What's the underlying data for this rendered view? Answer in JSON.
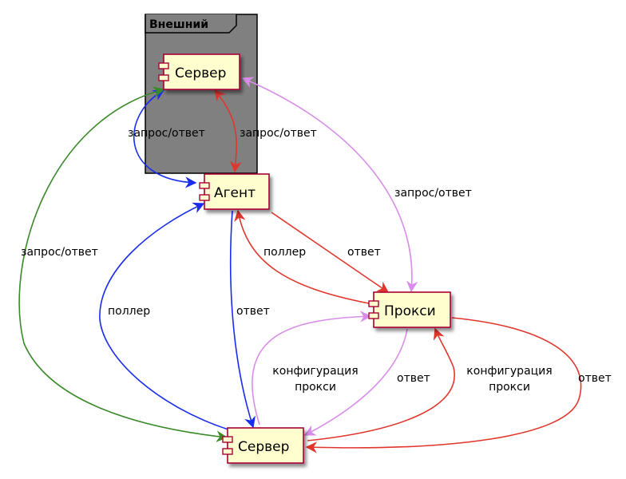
{
  "package": {
    "label": "Внешний",
    "fill_color": "#808080"
  },
  "components": {
    "server_external": "Сервер",
    "agent": "Агент",
    "proxy": "Прокси",
    "server_main": "Сервер",
    "fill_color": "#fefece",
    "border_color": "#a80036"
  },
  "labels": {
    "ext_agent_blue": "запрос/ответ",
    "ext_agent_red": "запрос/ответ",
    "ext_proxy_violet": "запрос/ответ",
    "ext_server_green": "запрос/ответ",
    "proxy_agent_poller": "поллер",
    "agent_proxy_answer": "ответ",
    "server_agent_poller": "поллер",
    "agent_server_answer": "ответ",
    "server_proxy_config_line1": "конфигурация",
    "server_proxy_config_line2": "прокси",
    "proxy_server_answer_violet": "ответ",
    "server_proxy_config_red_line1": "конфигурация",
    "server_proxy_config_red_line2": "прокси",
    "proxy_server_answer_red": "ответ"
  },
  "colors": {
    "blue": "#1a2cf0",
    "red": "#e0362c",
    "violet": "#d88ee8",
    "green": "#3a8a2a",
    "package_dark": "#000000"
  }
}
